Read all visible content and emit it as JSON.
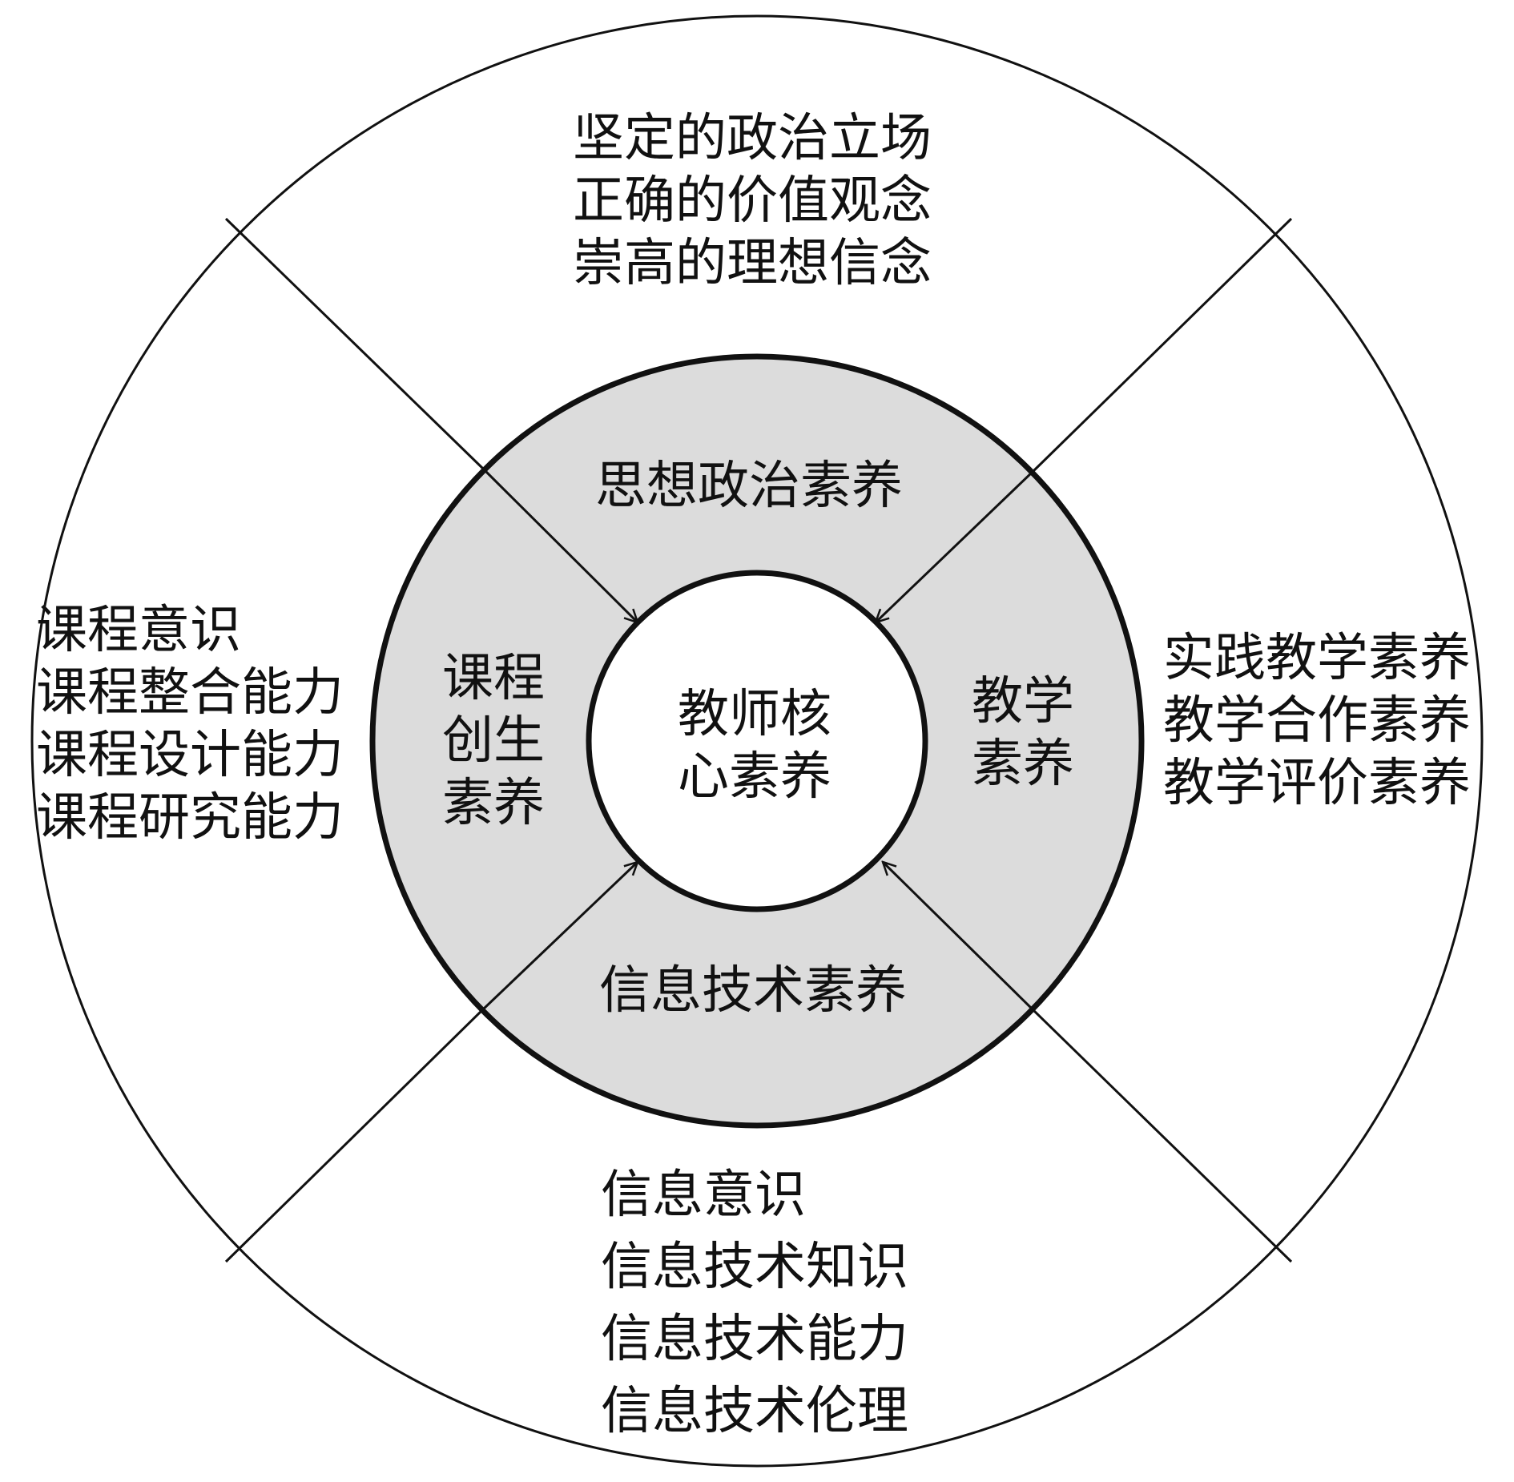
{
  "center": {
    "lines": [
      "教师核",
      "心素养"
    ]
  },
  "ring": {
    "top": "思想政治素养",
    "bottom": "信息技术素养",
    "left": [
      "课程",
      "创生",
      "素养"
    ],
    "right": [
      "教学",
      "素养"
    ]
  },
  "outer": {
    "top": [
      "坚定的政治立场",
      "正确的价值观念",
      "崇高的理想信念"
    ],
    "left": [
      "课程意识",
      "课程整合能力",
      "课程设计能力",
      "课程研究能力"
    ],
    "right": [
      "实践教学素养",
      "教学合作素养",
      "教学评价素养"
    ],
    "bottom": [
      "信息意识",
      "信息技术知识",
      "信息技术能力",
      "信息技术伦理"
    ]
  },
  "colors": {
    "ring_fill": "#dcdcdc",
    "stroke": "#111111",
    "background": "#ffffff"
  }
}
